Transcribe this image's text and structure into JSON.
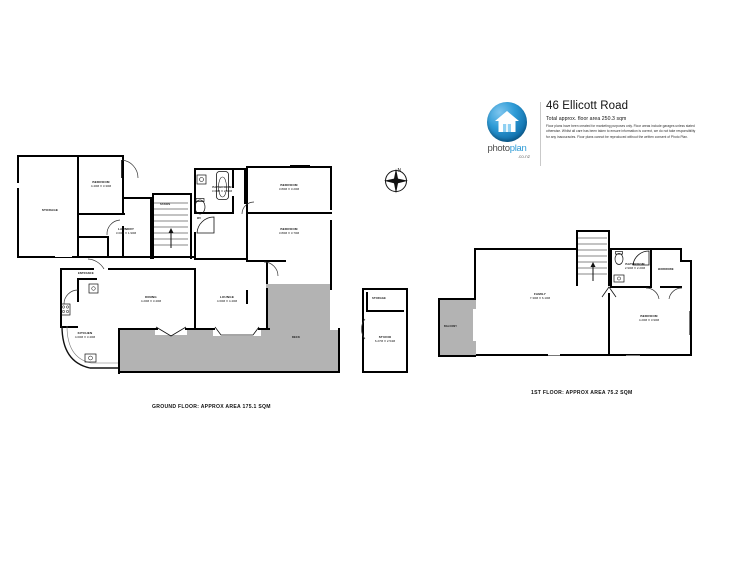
{
  "document": {
    "type": "floor-plan",
    "title": "46 Ellicott Road",
    "total_area": "Total approx. floor area 250.3 sqm",
    "disclaimer": "Floor plans have been created for marketing purposes only. Floor areas include garages unless stated otherwise. Whilst all care has been taken to ensure information is correct, we do not take responsibility for any inaccuracies. Floor plans cannot be reproduced without the written consent of Photo Plan."
  },
  "branding": {
    "logo_name": "photoplan-logo",
    "wordmark_part1": "photo",
    "wordmark_part2": "plan",
    "domain": ".co.nz",
    "logo_color": "#2e9bd6"
  },
  "compass": {
    "label": "N",
    "name": "north-compass"
  },
  "floors": [
    {
      "id": "ground",
      "caption": "GROUND FLOOR: APPROX AREA 175.1 SQM",
      "rooms": [
        {
          "name": "STORAGE",
          "dim": ""
        },
        {
          "name": "BEDROOM",
          "dim": "4.40m x 3.30m"
        },
        {
          "name": "LAUNDRY",
          "dim": "3.00m x 1.90m"
        },
        {
          "name": "STAIRS",
          "dim": ""
        },
        {
          "name": "ENTRANCE",
          "dim": ""
        },
        {
          "name": "BATHROOM",
          "dim": "3.00m x 2.50m"
        },
        {
          "name": "WC",
          "dim": ""
        },
        {
          "name": "BEDROOM",
          "dim": "3.80m x 3.20m"
        },
        {
          "name": "BEDROOM",
          "dim": "3.80m x 3.70m"
        },
        {
          "name": "KITCHEN",
          "dim": "4.00m x 3.40m"
        },
        {
          "name": "DINING",
          "dim": "4.20m x 3.40m"
        },
        {
          "name": "LOUNGE",
          "dim": "4.60m x 4.40m"
        },
        {
          "name": "DECK",
          "dim": ""
        },
        {
          "name": "STORAGE",
          "dim": ""
        },
        {
          "name": "STUDIO",
          "dim": "6.27m x 2.54m"
        }
      ]
    },
    {
      "id": "first",
      "caption": "1ST FLOOR: APPROX AREA 75.2 SQM",
      "rooms": [
        {
          "name": "FAMILY",
          "dim": "7.30m x 6.10m"
        },
        {
          "name": "BATHROOM",
          "dim": "2.90m x 2.20m"
        },
        {
          "name": "WARDROBE",
          "dim": ""
        },
        {
          "name": "BEDROOM",
          "dim": "4.20m x 3.90m"
        },
        {
          "name": "BALCONY",
          "dim": ""
        }
      ]
    }
  ],
  "colors": {
    "wall": "#000000",
    "deck_fill": "#b3b3b3",
    "background": "#ffffff"
  }
}
